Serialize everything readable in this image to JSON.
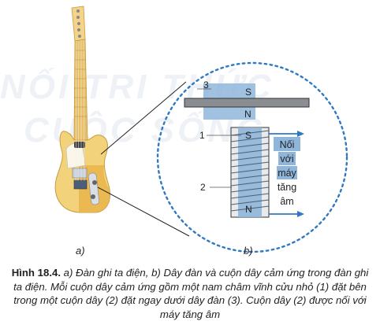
{
  "figure": {
    "panel_a_label": "a)",
    "panel_b_label": "b)",
    "watermark_line1": "NỐI TRI THỨC",
    "watermark_line2": "CUỘC SỐNG",
    "magnet_pole_top": "S",
    "magnet_pole_bottom": "N",
    "magnet_label": "1",
    "coil_label": "2",
    "string_label": "3",
    "connect_lines": [
      "Nối",
      "với",
      "máy",
      "tăng",
      "âm"
    ],
    "colors": {
      "circle": "#2f78c4",
      "magnet_fill": "#8fb6da",
      "coil_stroke": "#5c6f86",
      "guitar_body": "#f3d27c",
      "guitar_shadow": "#e7b54a"
    }
  },
  "caption": {
    "number": "Hình 18.4.",
    "text": "a) Đàn ghi ta điện, b) Dây đàn và cuộn dây cảm ứng trong đàn ghi ta điện. Mỗi cuộn dây cảm ứng gồm một nam châm vĩnh cửu nhỏ (1) đặt bên trong một cuộn dây (2) đặt ngay dưới dây đàn (3). Cuộn dây (2) được nối với máy tăng âm"
  }
}
